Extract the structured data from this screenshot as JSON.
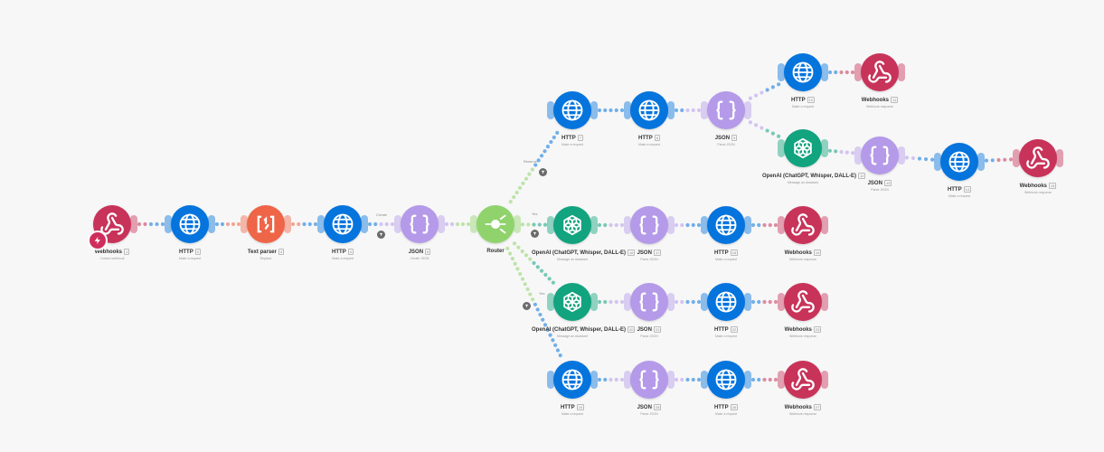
{
  "colors": {
    "webhooks": "#c8335a",
    "http": "#0574dd",
    "json": "#b49ae9",
    "openai": "#12a37f",
    "textparser": "#ee6547",
    "router": "#90d36c",
    "filter": "#6b6b6b"
  },
  "nodes": [
    {
      "type": "webhooks",
      "icon": "webhook-icon",
      "title": "Webhooks",
      "badge": "1",
      "sub": "Custom webhook",
      "trigger": true
    },
    {
      "type": "http",
      "icon": "globe-icon",
      "title": "HTTP",
      "badge": "2",
      "sub": "Make a request"
    },
    {
      "type": "textparser",
      "icon": "text-parser-icon",
      "title": "Text parser",
      "badge": "3",
      "sub": "Replace"
    },
    {
      "type": "http",
      "icon": "globe-icon",
      "title": "HTTP",
      "badge": "4",
      "sub": "Make a request"
    },
    {
      "type": "json",
      "icon": "braces-icon",
      "title": "JSON",
      "badge": "6",
      "sub": "Create JSON"
    },
    {
      "type": "router",
      "icon": "router-icon",
      "title": "Router",
      "badge": "",
      "sub": ""
    },
    {
      "type": "http",
      "icon": "globe-icon",
      "title": "HTTP",
      "badge": "7",
      "sub": "Make a request"
    },
    {
      "type": "http",
      "icon": "globe-icon",
      "title": "HTTP",
      "badge": "8",
      "sub": "Make a request"
    },
    {
      "type": "json",
      "icon": "braces-icon",
      "title": "JSON",
      "badge": "9",
      "sub": "Parse JSON"
    },
    {
      "type": "http",
      "icon": "globe-icon",
      "title": "HTTP",
      "badge": "10",
      "sub": "Make a request"
    },
    {
      "type": "webhooks",
      "icon": "webhook-icon",
      "title": "Webhooks",
      "badge": "11",
      "sub": "Webhook response"
    },
    {
      "type": "openai",
      "icon": "openai-icon",
      "title": "OpenAI (ChatGPT, Whisper, DALL-E)",
      "badge": "12",
      "sub": "Message an Assistant"
    },
    {
      "type": "json",
      "icon": "braces-icon",
      "title": "JSON",
      "badge": "13",
      "sub": "Parse JSON"
    },
    {
      "type": "http",
      "icon": "globe-icon",
      "title": "HTTP",
      "badge": "14",
      "sub": "Make a request"
    },
    {
      "type": "webhooks",
      "icon": "webhook-icon",
      "title": "Webhooks",
      "badge": "15",
      "sub": "Webhook response"
    },
    {
      "type": "openai",
      "icon": "openai-icon",
      "title": "OpenAI (ChatGPT, Whisper, DALL-E)",
      "badge": "16",
      "sub": "Message an Assistant"
    },
    {
      "type": "json",
      "icon": "braces-icon",
      "title": "JSON",
      "badge": "17",
      "sub": "Parse JSON"
    },
    {
      "type": "http",
      "icon": "globe-icon",
      "title": "HTTP",
      "badge": "18",
      "sub": "Make a request"
    },
    {
      "type": "webhooks",
      "icon": "webhook-icon",
      "title": "Webhooks",
      "badge": "19",
      "sub": "Webhook response"
    },
    {
      "type": "openai",
      "icon": "openai-icon",
      "title": "OpenAI (ChatGPT, Whisper, DALL-E)",
      "badge": "20",
      "sub": "Message an Assistant"
    },
    {
      "type": "json",
      "icon": "braces-icon",
      "title": "JSON",
      "badge": "21",
      "sub": "Parse JSON"
    },
    {
      "type": "http",
      "icon": "globe-icon",
      "title": "HTTP",
      "badge": "22",
      "sub": "Make a request"
    },
    {
      "type": "webhooks",
      "icon": "webhook-icon",
      "title": "Webhooks",
      "badge": "23",
      "sub": "Webhook response"
    },
    {
      "type": "http",
      "icon": "globe-icon",
      "title": "HTTP",
      "badge": "24",
      "sub": "Make a request"
    },
    {
      "type": "json",
      "icon": "braces-icon",
      "title": "JSON",
      "badge": "25",
      "sub": "Parse JSON"
    },
    {
      "type": "http",
      "icon": "globe-icon",
      "title": "HTTP",
      "badge": "26",
      "sub": "Make a request"
    },
    {
      "type": "webhooks",
      "icon": "webhook-icon",
      "title": "Webhooks",
      "badge": "27",
      "sub": "Webhook response"
    }
  ],
  "route_labels": [
    "Create",
    "Reserve",
    "Yes",
    "Yes"
  ]
}
